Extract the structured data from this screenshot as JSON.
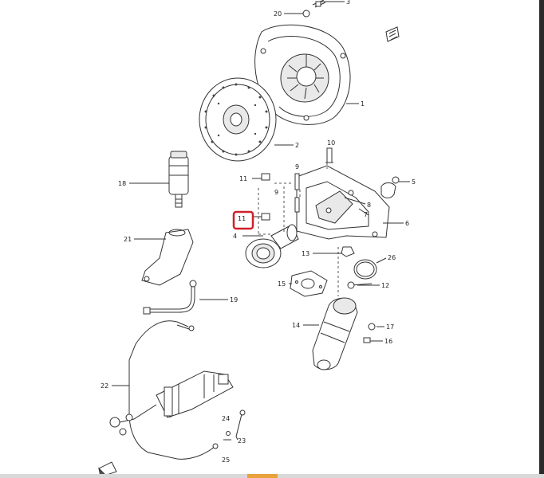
{
  "callouts": [
    {
      "id": "1",
      "label": "1"
    },
    {
      "id": "2",
      "label": "2"
    },
    {
      "id": "3",
      "label": "3"
    },
    {
      "id": "4",
      "label": "4"
    },
    {
      "id": "5",
      "label": "5"
    },
    {
      "id": "6",
      "label": "6"
    },
    {
      "id": "7",
      "label": "7"
    },
    {
      "id": "8",
      "label": "8"
    },
    {
      "id": "9a",
      "label": "9"
    },
    {
      "id": "9b",
      "label": "9"
    },
    {
      "id": "10",
      "label": "10"
    },
    {
      "id": "11a",
      "label": "11"
    },
    {
      "id": "11b",
      "label": "11"
    },
    {
      "id": "12",
      "label": "12"
    },
    {
      "id": "13",
      "label": "13"
    },
    {
      "id": "14",
      "label": "14"
    },
    {
      "id": "15",
      "label": "15"
    },
    {
      "id": "16",
      "label": "16"
    },
    {
      "id": "17",
      "label": "17"
    },
    {
      "id": "18",
      "label": "18"
    },
    {
      "id": "19",
      "label": "19"
    },
    {
      "id": "20",
      "label": "20"
    },
    {
      "id": "21",
      "label": "21"
    },
    {
      "id": "22",
      "label": "22"
    },
    {
      "id": "23",
      "label": "23"
    },
    {
      "id": "24",
      "label": "24"
    },
    {
      "id": "25",
      "label": "25"
    },
    {
      "id": "26",
      "label": "26"
    }
  ],
  "highlighted_callout": "11",
  "colors": {
    "highlight": "#d0202a",
    "ink": "#333333",
    "accent_bar": "#e9a13b"
  }
}
